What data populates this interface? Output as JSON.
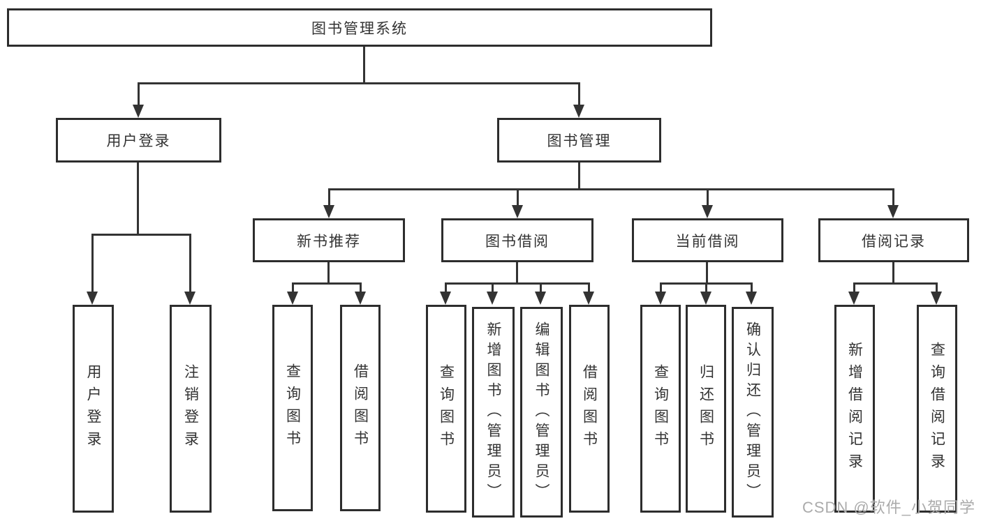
{
  "watermark": "CSDN @软件_小贺同学",
  "colors": {
    "line": "#333333",
    "border": "#2d2d2d",
    "text": "#333333",
    "watermark": "#ababab",
    "background": "#ffffff"
  },
  "tree": {
    "root": "图书管理系统",
    "login": {
      "label": "用户登录",
      "children": [
        "用户登录",
        "注销登录"
      ]
    },
    "management": {
      "label": "图书管理",
      "groups": [
        {
          "label": "新书推荐",
          "children": [
            "查询图书",
            "借阅图书"
          ]
        },
        {
          "label": "图书借阅",
          "children": [
            "查询图书",
            "新增图书（管理员）",
            "编辑图书（管理员）",
            "借阅图书"
          ]
        },
        {
          "label": "当前借阅",
          "children": [
            "查询图书",
            "归还图书",
            "确认归还（管理员）"
          ]
        },
        {
          "label": "借阅记录",
          "children": [
            "新增借阅记录",
            "查询借阅记录"
          ]
        }
      ]
    }
  }
}
